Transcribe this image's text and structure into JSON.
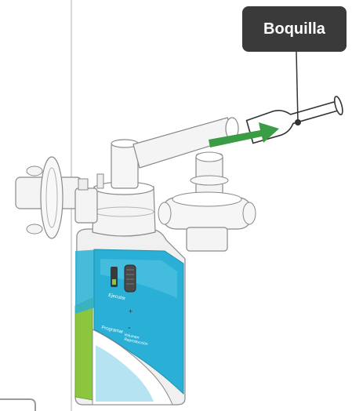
{
  "callout": {
    "label": "Boquilla"
  },
  "device_labels": {
    "ejecutar": "Ejecutar",
    "plus": "+",
    "minus": "-",
    "programar": "Programar",
    "volumen": "Volumen",
    "reproduccion": "Reproducción"
  },
  "colors": {
    "callout_bg": "#3a3a3a",
    "device_body": "#f0f0f0",
    "device_blue": "#2ab0d6",
    "device_green": "#8cc63f",
    "arrow_green": "#3a9c44",
    "outline": "#8a8a8a"
  }
}
